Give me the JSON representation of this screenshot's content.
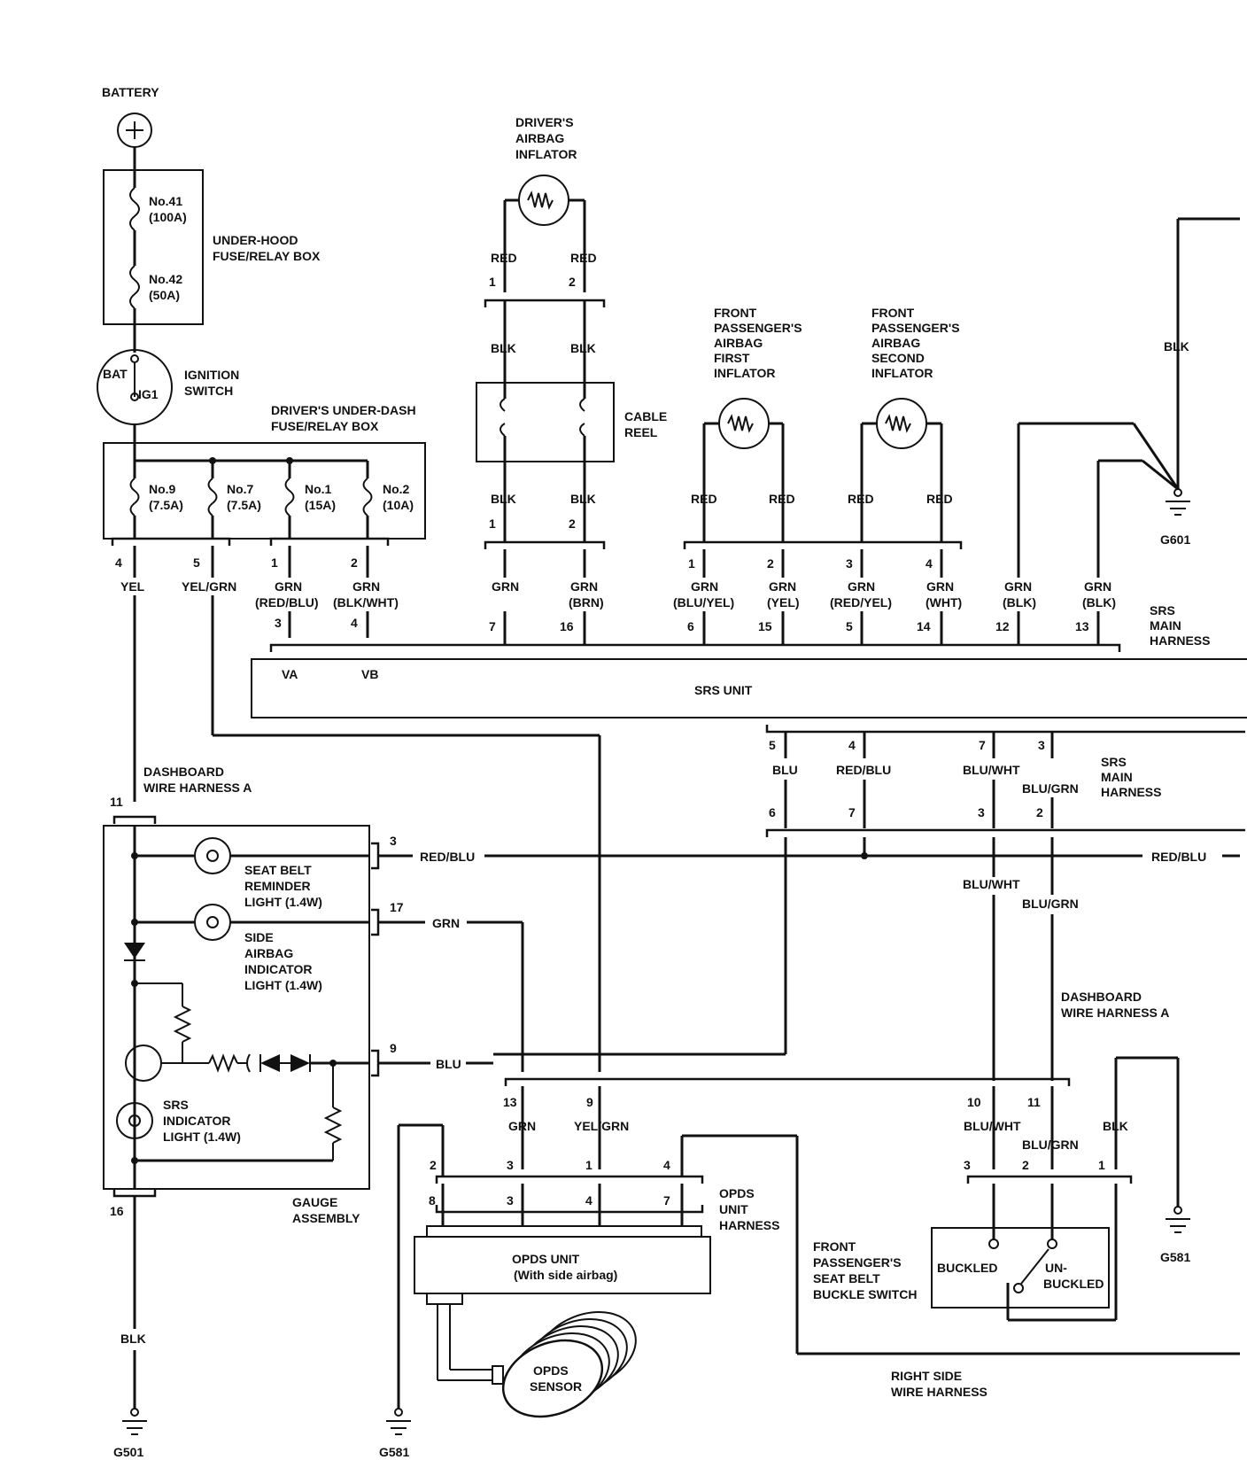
{
  "labels": {
    "battery": "BATTERY",
    "underhood_box": [
      "UNDER-HOOD",
      "FUSE/RELAY BOX"
    ],
    "fuse41": [
      "No.41",
      "(100A)"
    ],
    "fuse42": [
      "No.42",
      "(50A)"
    ],
    "bat": "BAT",
    "ig1": "IG1",
    "ignition_switch": [
      "IGNITION",
      "SWITCH"
    ],
    "underdash_box": [
      "DRIVER'S UNDER-DASH",
      "FUSE/RELAY BOX"
    ],
    "fuse9": [
      "No.9",
      "(7.5A)"
    ],
    "fuse7": [
      "No.7",
      "(7.5A)"
    ],
    "fuse1": [
      "No.1",
      "(15A)"
    ],
    "fuse2": [
      "No.2",
      "(10A)"
    ],
    "driver_inflator": [
      "DRIVER'S",
      "AIRBAG",
      "INFLATOR"
    ],
    "cable_reel": [
      "CABLE",
      "REEL"
    ],
    "fp_first_inflator": [
      "FRONT",
      "PASSENGER'S",
      "AIRBAG",
      "FIRST",
      "INFLATOR"
    ],
    "fp_second_inflator": [
      "FRONT",
      "PASSENGER'S",
      "AIRBAG",
      "SECOND",
      "INFLATOR"
    ],
    "srs_main_harness": [
      "SRS",
      "MAIN",
      "HARNESS"
    ],
    "srs_unit": "SRS UNIT",
    "va": "VA",
    "vb": "VB",
    "dashboard_harness": [
      "DASHBOARD",
      "WIRE HARNESS A"
    ],
    "seat_belt_light": [
      "SEAT BELT",
      "REMINDER",
      "LIGHT (1.4W)"
    ],
    "side_airbag_light": [
      "SIDE",
      "AIRBAG",
      "INDICATOR",
      "LIGHT (1.4W)"
    ],
    "srs_light": [
      "SRS",
      "INDICATOR",
      "LIGHT (1.4W)"
    ],
    "gauge_assembly": [
      "GAUGE",
      "ASSEMBLY"
    ],
    "opds_harness": [
      "OPDS",
      "UNIT",
      "HARNESS"
    ],
    "opds_unit": [
      "OPDS UNIT",
      "(With side airbag)"
    ],
    "opds_sensor": [
      "OPDS",
      "SENSOR"
    ],
    "buckle_switch": [
      "FRONT",
      "PASSENGER'S",
      "SEAT BELT",
      "BUCKLE SWITCH"
    ],
    "buckled": "BUCKLED",
    "unbuckled": [
      "UN-",
      "BUCKLED"
    ],
    "right_side_harness": [
      "RIGHT SIDE",
      "WIRE HARNESS"
    ],
    "g501": "G501",
    "g581a": "G581",
    "g581b": "G581",
    "g601": "G601"
  },
  "wires": {
    "red": "RED",
    "blk": "BLK",
    "grn": "GRN",
    "yel": "YEL",
    "yelgrn": "YEL/GRN",
    "redblu": "RED/BLU",
    "blu": "BLU",
    "bluwht": "BLU/WHT",
    "blugrn": "BLU/GRN",
    "grn_redblu": "(RED/BLU)",
    "grn_blkwht": "(BLK/WHT)",
    "grn_brn": "(BRN)",
    "grn_bluyel": "(BLU/YEL)",
    "grn_yel": "(YEL)",
    "grn_redyel": "(RED/YEL)",
    "grn_wht": "(WHT)",
    "grn_blk": "(BLK)"
  },
  "pins": {
    "p1": "1",
    "p2": "2",
    "p3": "3",
    "p4": "4",
    "p5": "5",
    "p6": "6",
    "p7": "7",
    "p8": "8",
    "p9": "9",
    "p10": "10",
    "p11": "11",
    "p12": "12",
    "p13": "13",
    "p14": "14",
    "p15": "15",
    "p16": "16",
    "p17": "17"
  }
}
